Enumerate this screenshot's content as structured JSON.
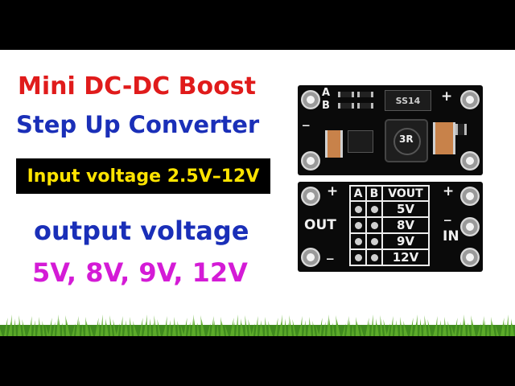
{
  "headline": {
    "line1": "Mini DC-DC Boost",
    "line2": "Step Up Converter"
  },
  "input_voltage": "Input voltage 2.5V–12V",
  "output": {
    "label": "output voltage",
    "values": "5V, 8V, 9V, 12V"
  },
  "board_top": {
    "label_a": "A",
    "label_b": "B",
    "diode_marking": "SS14",
    "plus": "+",
    "minus": "_",
    "inductor_code": "3R"
  },
  "board_bottom": {
    "out_label": "OUT",
    "in_label": "IN",
    "plus": "+",
    "minus": "_",
    "table": {
      "headers": [
        "A",
        "B",
        "VOUT"
      ],
      "rows": [
        "5V",
        "8V",
        "9V",
        "12V"
      ]
    }
  },
  "colors": {
    "title_red": "#e01b1b",
    "title_blue": "#1a2fb8",
    "output_magenta": "#d41bd6",
    "input_yellow": "#ffe400"
  }
}
